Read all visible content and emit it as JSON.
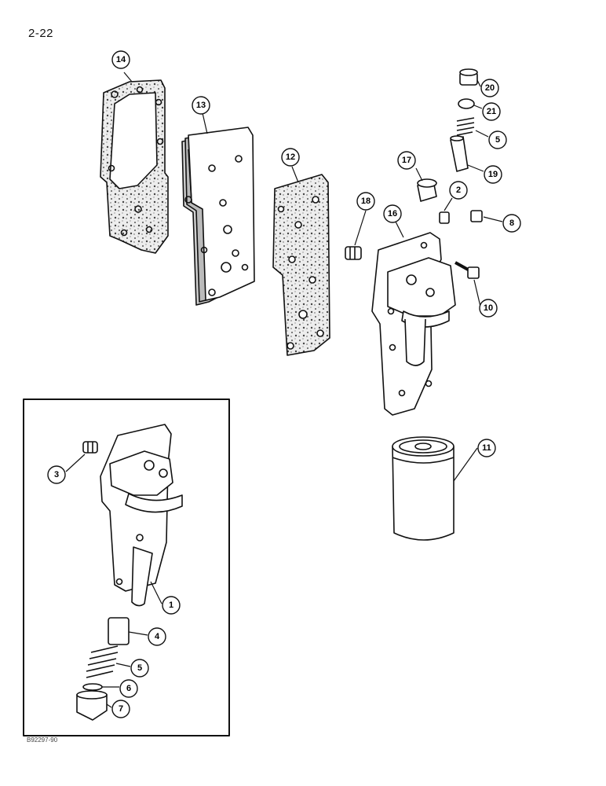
{
  "page_number": "2-22",
  "figure_code": "B92297-90",
  "callouts": {
    "c1": "1",
    "c2": "2",
    "c3": "3",
    "c4": "4",
    "c5": "5",
    "c5b": "5",
    "c6": "6",
    "c7": "7",
    "c8": "8",
    "c10": "10",
    "c11": "11",
    "c12": "12",
    "c13": "13",
    "c14": "14",
    "c16": "16",
    "c17": "17",
    "c18": "18",
    "c19": "19",
    "c20": "20",
    "c21": "21"
  },
  "colors": {
    "line": "#111111",
    "gasket_fill": "#e6e6e6",
    "fill": "#ffffff"
  }
}
